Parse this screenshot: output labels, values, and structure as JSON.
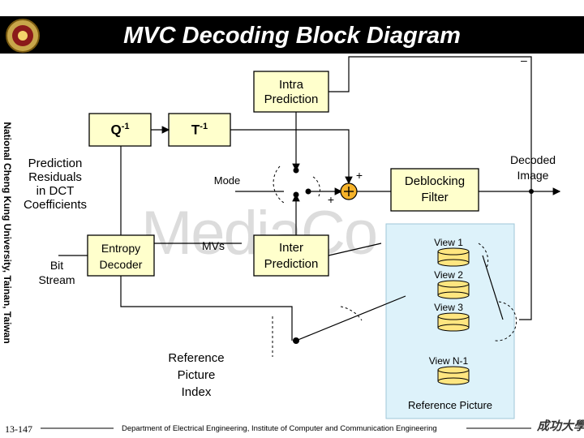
{
  "header": {
    "title": "MVC Decoding Block Diagram",
    "dash": "–"
  },
  "side_text": "National Cheng Kung University, Tainan, Taiwan",
  "watermark": "MediaCo",
  "blocks": {
    "intra_prediction": "Intra\nPrediction",
    "inverse_quant": "Q",
    "inverse_quant_sup": "-1",
    "inverse_transform": "T",
    "inverse_transform_sup": "-1",
    "entropy_decoder": "Entropy\nDecoder",
    "inter_prediction": "Inter\nPrediction",
    "deblocking_filter": "Deblocking\nFilter"
  },
  "labels": {
    "prediction_residuals": "Prediction\nResiduals\nin DCT\nCoefficients",
    "bit_stream": "Bit\nStream",
    "mode": "Mode",
    "mvs": "MVs",
    "reference_picture_index": "Reference\nPicture\nIndex",
    "decoded_image": "Decoded\nImage",
    "plus_top": "+",
    "plus_bottom": "+",
    "adder": "+",
    "reference_picture": "Reference Picture"
  },
  "views": [
    "View 1",
    "View 2",
    "View 3",
    "View N-1"
  ],
  "footer": {
    "page": "13-147",
    "department": "Department of Electrical Engineering, Institute of Computer and Communication Engineering",
    "seal": "成功大學"
  },
  "colors": {
    "block_fill": "#ffffcc",
    "ref_panel": "#ddf2fa",
    "adder_fill": "#f5b22a",
    "line": "#000000"
  }
}
